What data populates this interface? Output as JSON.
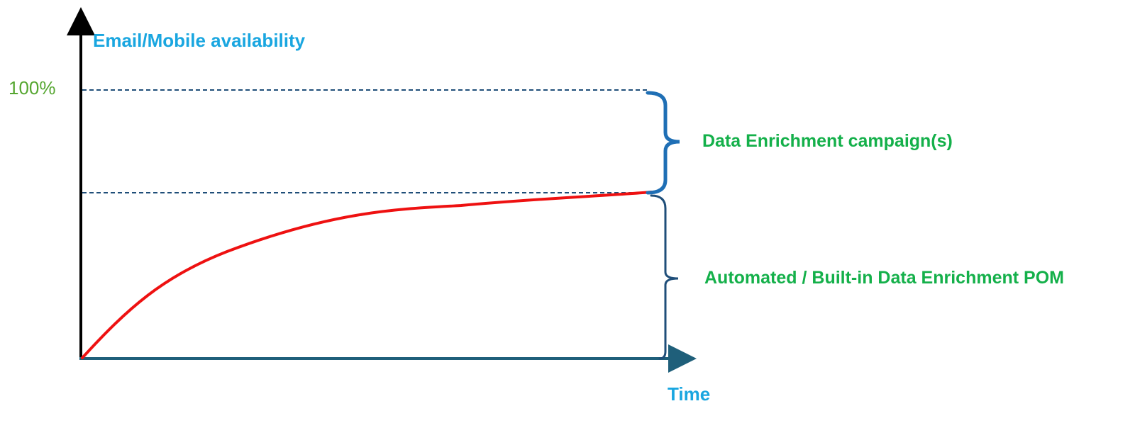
{
  "diagram": {
    "y_axis_label": "Email/Mobile availability",
    "x_axis_label": "Time",
    "tick_100_label": "100%",
    "upper_brace_label": "Data Enrichment campaign(s)",
    "lower_brace_label": "Automated / Built-in Data Enrichment POM"
  },
  "colors": {
    "axis": "#000000",
    "x_axis": "#1f5f7a",
    "curve": "#ee1111",
    "dashed_lines": "#1f4e79",
    "upper_brace": "#1f6fb5",
    "lower_brace": "#1f4e79",
    "axis_label_text": "#19a6e0",
    "tick_label_text": "#55a630",
    "brace_label_text": "#14b04a"
  }
}
